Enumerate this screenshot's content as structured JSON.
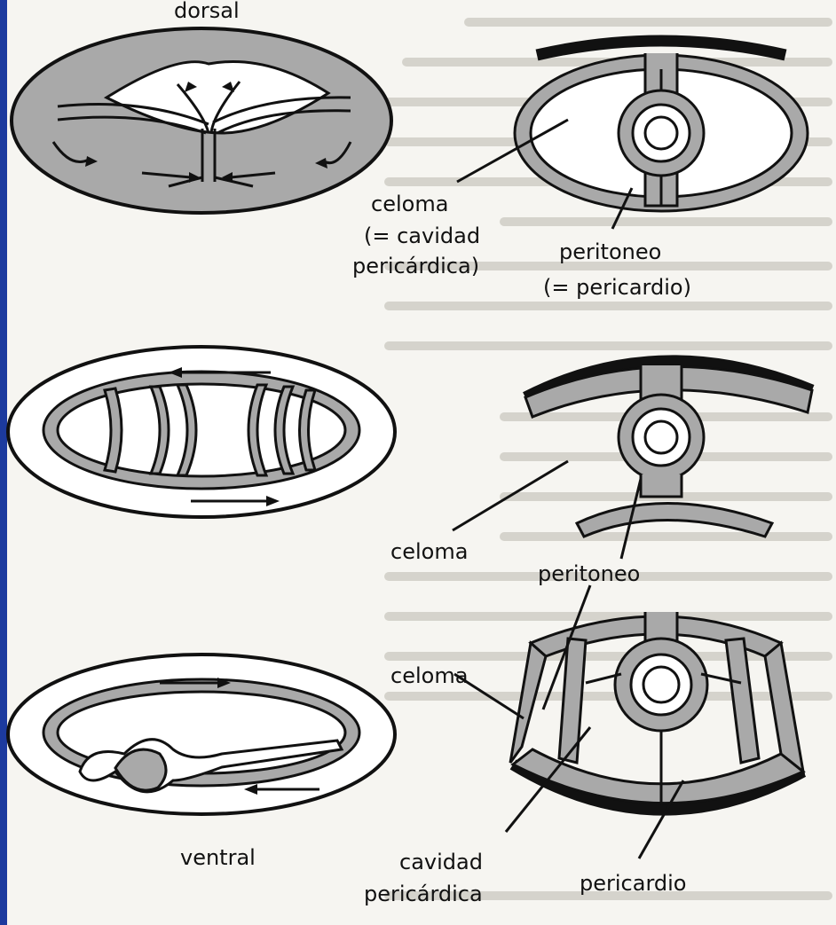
{
  "labels": {
    "dorsal": "dorsal",
    "ventral": "ventral",
    "celoma_top": "celoma",
    "cavidad_eq": "(= cavidad",
    "pericardica_paren": "pericárdica)",
    "peritoneo_top": "peritoneo",
    "pericardio_eq": "(= pericardio)",
    "celoma_mid": "celoma",
    "peritoneo_mid": "peritoneo",
    "celoma_bottom": "celoma",
    "cavidad": "cavidad",
    "pericardica": "pericárdica",
    "pericardio": "pericardio"
  },
  "colors": {
    "slide_background": "#1f3fa6",
    "paper": "#f6f5f1",
    "shaded": "#a9a9a9",
    "ink": "#111111"
  }
}
